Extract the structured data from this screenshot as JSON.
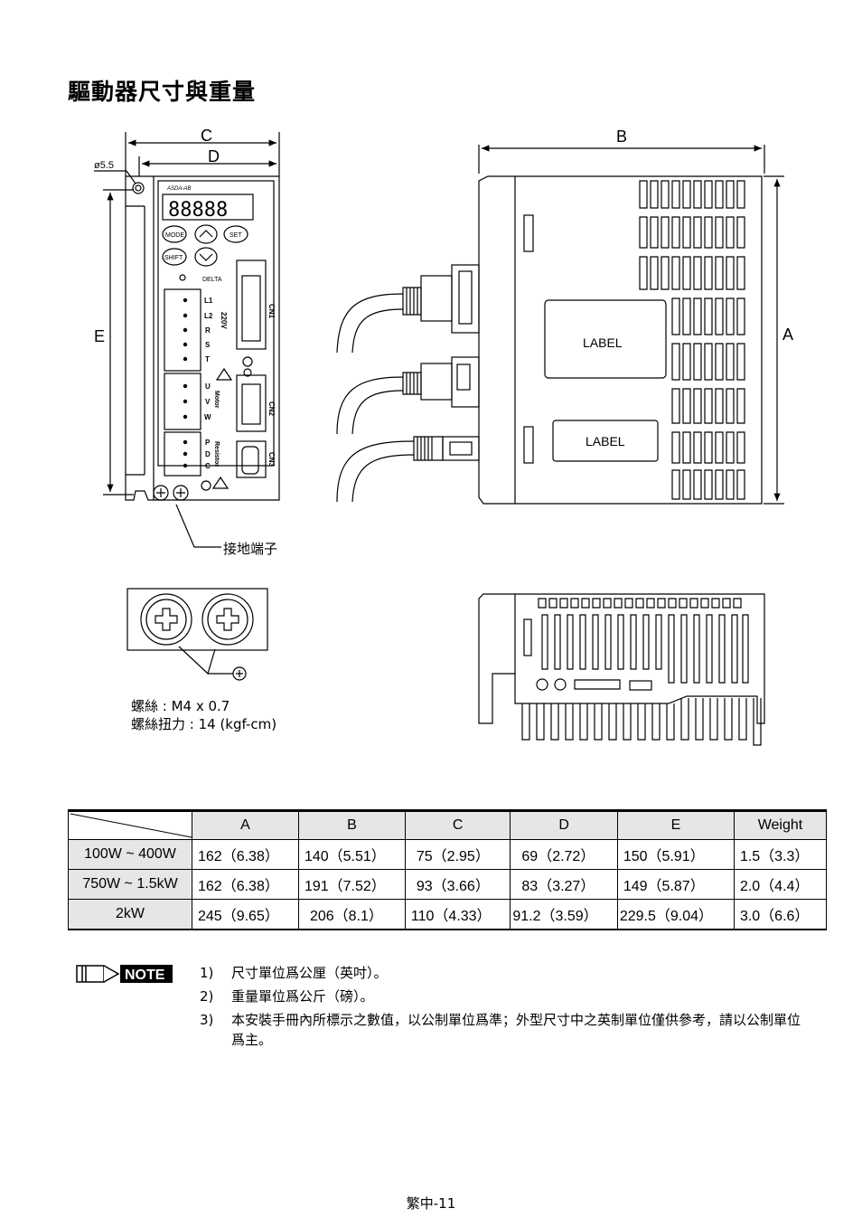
{
  "title": "驅動器尺寸與重量",
  "drawing": {
    "labels": {
      "C": "C",
      "D": "D",
      "E": "E",
      "B": "B",
      "A": "A",
      "hole": "ø5.5",
      "ground_terminal": "接地端子",
      "label1": "LABEL",
      "label2": "LABEL",
      "front_terminals": [
        "L1",
        "L2",
        "R",
        "S",
        "T",
        "U",
        "V",
        "W",
        "P",
        "D",
        "C"
      ],
      "voltage": "220V",
      "motor": "Motor",
      "regen": "Resistor",
      "cn1": "CN1",
      "cn2": "CN2",
      "cn3": "CN3",
      "buttons": [
        "MODE",
        "SET",
        "SHIFT"
      ],
      "brand": "DELTA",
      "model": "ASDA-AB",
      "display": "88888"
    },
    "screw": {
      "line1": "螺絲 : M4 x 0.7",
      "line2": "螺絲扭力 : 14 (kgf-cm)"
    }
  },
  "table": {
    "headers": [
      "A",
      "B",
      "C",
      "D",
      "E",
      "Weight"
    ],
    "rows": [
      {
        "label": "100W ~ 400W",
        "cells": [
          "162（6.38）",
          "140（5.51）",
          "75（2.95）",
          "69（2.72）",
          "150（5.91）",
          "1.5（3.3）"
        ]
      },
      {
        "label": "750W ~ 1.5kW",
        "cells": [
          "162（6.38）",
          "191（7.52）",
          "93（3.66）",
          "83（3.27）",
          "149（5.87）",
          "2.0（4.4）"
        ]
      },
      {
        "label": "2kW",
        "cells": [
          "245（9.65）",
          "206（8.1）",
          "110（4.33）",
          "91.2（3.59）",
          "229.5（9.04）",
          "3.0（6.6）"
        ]
      }
    ]
  },
  "note": {
    "badge": "NOTE",
    "items": [
      {
        "num": "1)",
        "text": "尺寸單位爲公厘（英吋）。"
      },
      {
        "num": "2)",
        "text": "重量單位爲公斤（磅）。"
      },
      {
        "num": "3)",
        "text": "本安裝手冊內所標示之數值，以公制單位爲準；外型尺寸中之英制單位僅供參考，請以公制單位爲主。"
      }
    ]
  },
  "page_number": "繁中-11"
}
